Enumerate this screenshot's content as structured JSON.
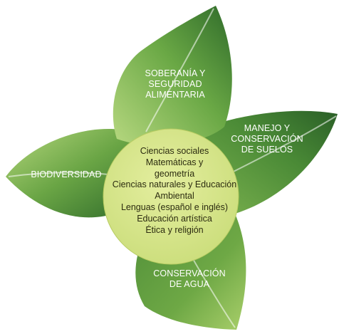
{
  "petals": {
    "top": {
      "lines": [
        "SOBERANÍA Y",
        "SEGURIDAD",
        "ALIMENTARIA"
      ]
    },
    "right": {
      "lines": [
        "MANEJO Y",
        "CONSERVACIÓN",
        "DE SUELOS"
      ]
    },
    "left": {
      "lines": [
        "BIODIVERSIDAD"
      ]
    },
    "bottom": {
      "lines": [
        "CONSERVACIÓN",
        "DE AGUA"
      ]
    }
  },
  "center": {
    "lines": [
      "Ciencias sociales",
      "Matemáticas y",
      "geometría",
      "Ciencias naturales y Educación",
      "Ambiental",
      "Lenguas (español e inglés)",
      "Educación artística",
      "Ética y religión"
    ]
  },
  "colors": {
    "leaf_light": "#a9cf6a",
    "leaf_dark": "#2f6b2a",
    "center_fill": "#d7e58c"
  }
}
